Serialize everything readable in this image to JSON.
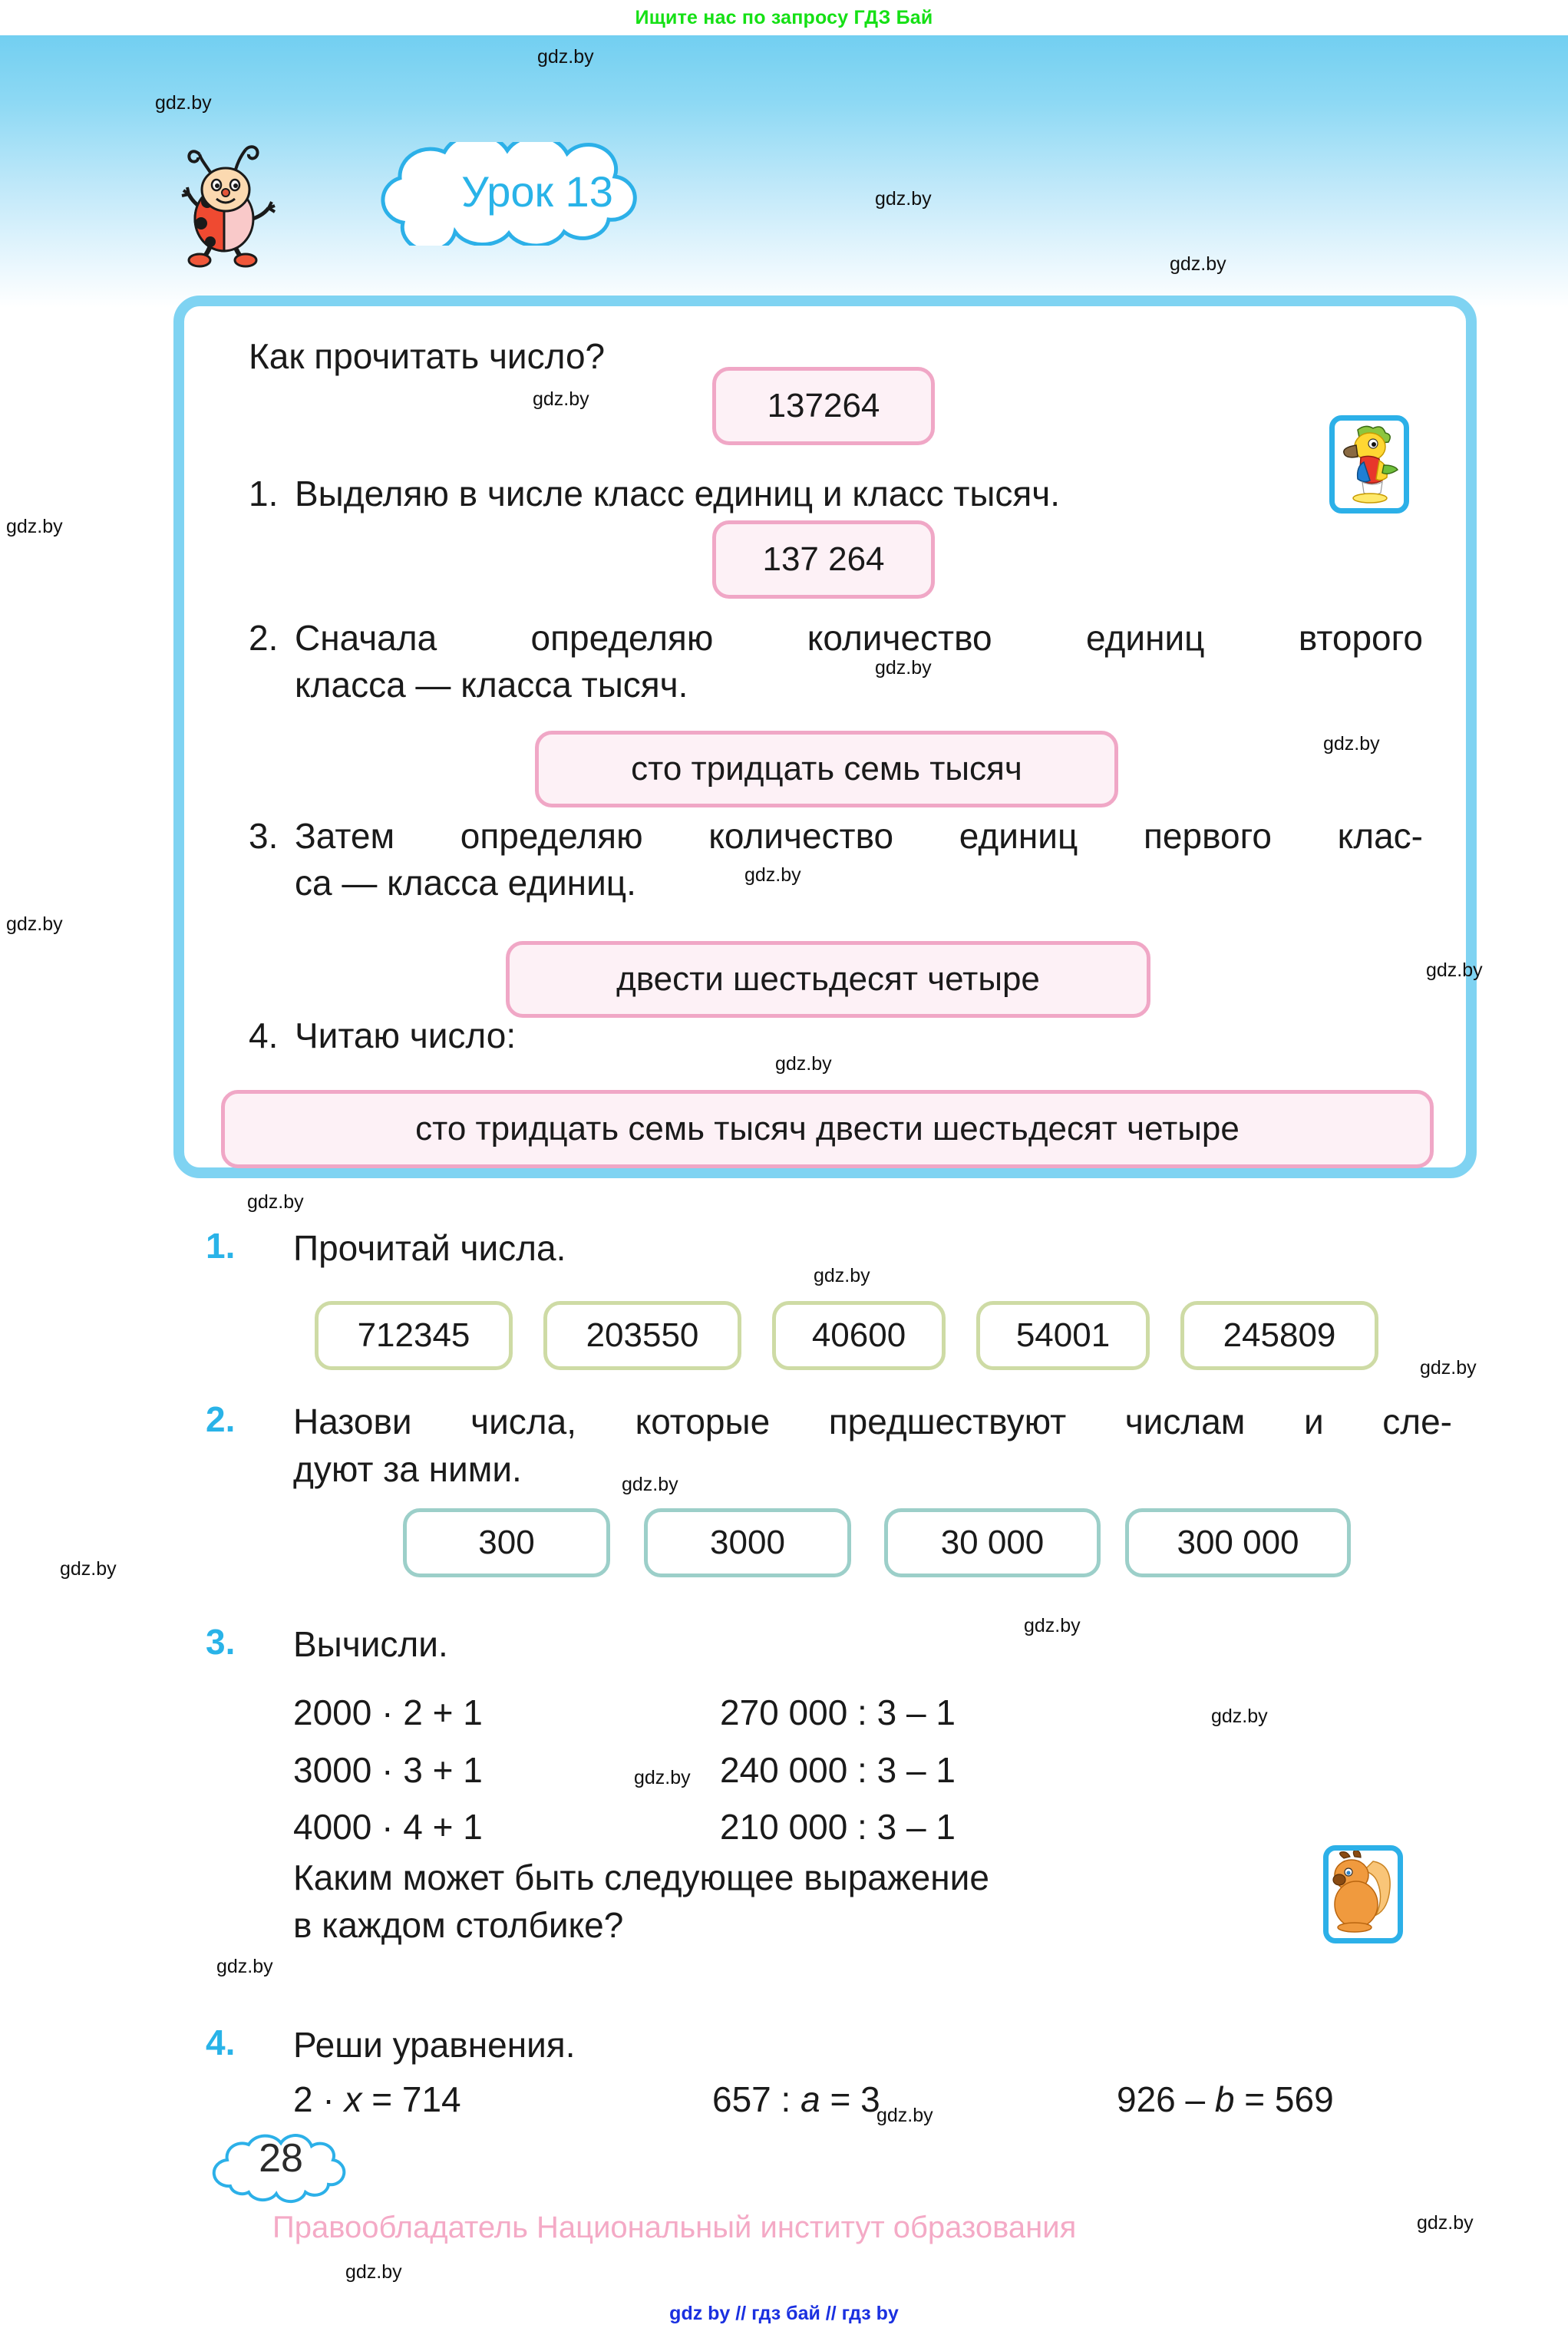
{
  "promo": {
    "text": "Ищите нас по запросу ГДЗ Бай"
  },
  "header": {
    "lesson_label": "Урок 13",
    "mascot_icon": "ladybug-icon",
    "cloud_icon": "cloud-shape"
  },
  "rule_box": {
    "title": "Как прочитать число?",
    "chip_number_plain": "137264",
    "chip_number_spaced": "137 264",
    "steps": [
      {
        "num": "1.",
        "text": "Выделяю в числе класс единиц и класс тысяч."
      },
      {
        "num": "2.",
        "line1": "Сначала определяю количество единиц второго",
        "line2": "класса — класса тысяч."
      },
      {
        "num": "3.",
        "line1": "Затем определяю количество единиц первого клас-",
        "line2": "са — класса единиц."
      },
      {
        "num": "4.",
        "text": "Читаю число:"
      }
    ],
    "chip_thousands_words": "сто тридцать семь тысяч",
    "chip_units_words": "двести шестьдесят четыре",
    "chip_full_words": "сто тридцать семь тысяч двести шестьдесят четыре",
    "parrot_icon": "parrot-icon"
  },
  "exercises": [
    {
      "num": "1.",
      "prompt": "Прочитай числа.",
      "chips": [
        "712345",
        "203550",
        "40600",
        "54001",
        "245809"
      ]
    },
    {
      "num": "2.",
      "prompt_line1": "Назови числа, которые предшествуют числам и сле-",
      "prompt_line2": "дуют за ними.",
      "chips": [
        "300",
        "3000",
        "30 000",
        "300 000"
      ]
    },
    {
      "num": "3.",
      "prompt": "Вычисли.",
      "column_left": [
        "2000 · 2 + 1",
        "3000 · 3 + 1",
        "4000 · 4 + 1"
      ],
      "column_right": [
        "270 000 : 3 – 1",
        "240 000 : 3 – 1",
        "210 000 : 3 – 1"
      ],
      "question_line1": "Каким может быть следующее выражение",
      "question_line2": "в каждом столбике?",
      "squirrel_icon": "squirrel-icon"
    },
    {
      "num": "4.",
      "prompt": "Реши уравнения.",
      "equations": [
        {
          "left": "2 · ",
          "var": "x",
          "right": " = 714"
        },
        {
          "left": "657 : ",
          "var": "a",
          "right": " = 3"
        },
        {
          "left": "926 – ",
          "var": "b",
          "right": " = 569"
        }
      ]
    }
  ],
  "page_number": "28",
  "copyright": "Правообладатель Национальный институт образования",
  "footer_links": "gdz by  //  гдз бай  //  гдз by",
  "watermark": {
    "text": "gdz.by"
  },
  "colors": {
    "promo_green": "#15e015",
    "sky_blue": "#72cff1",
    "accent_blue": "#29b3e8",
    "box_border_blue": "#7fd3f2",
    "pink_chip_border": "#f0a7c6",
    "pink_chip_fill": "#fdf1f6",
    "olive_chip_border": "#cedba5",
    "teal_chip_border": "#9ccfc9",
    "copyright_pink": "#f4aac6",
    "footer_blue": "#1a30e0"
  }
}
